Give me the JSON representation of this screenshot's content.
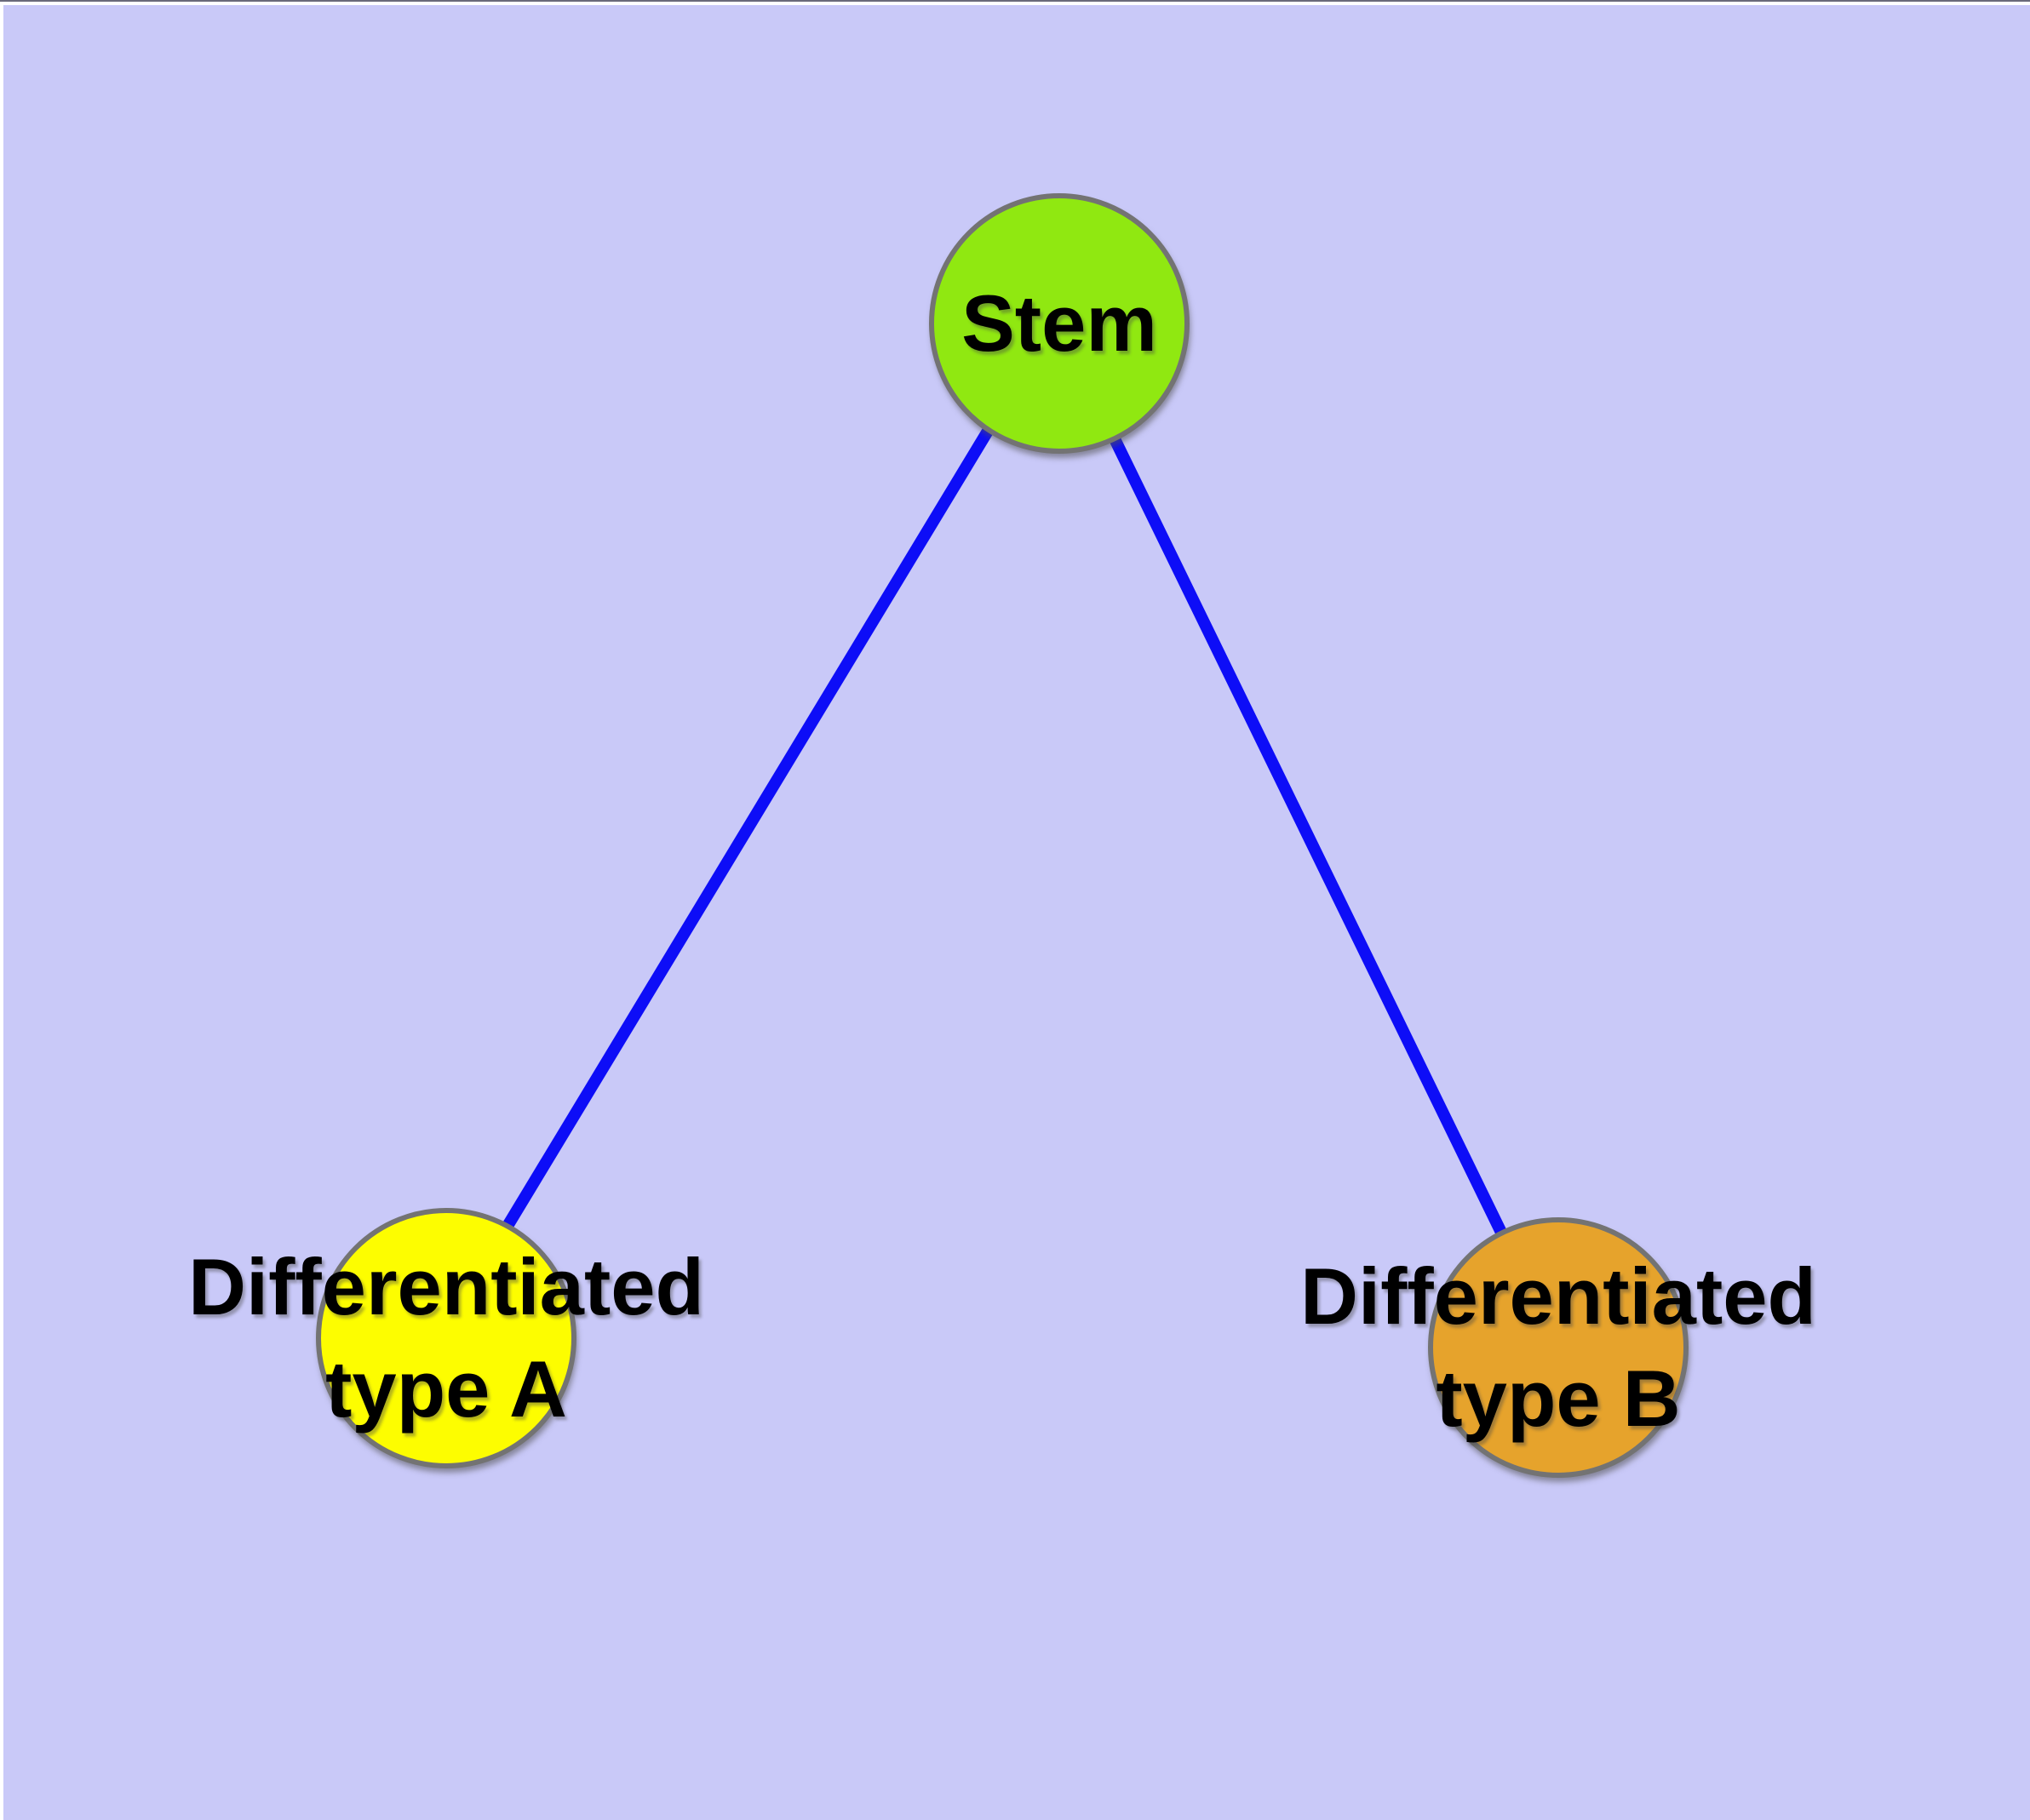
{
  "canvas": {
    "background_color": "#c9c9f8",
    "edge_color": "#0d0df7",
    "node_border_color": "#737373"
  },
  "nodes": [
    {
      "id": "stem",
      "label": "Stem",
      "fill": "#90e811"
    },
    {
      "id": "type-a",
      "label": "Differentiated\ntype A",
      "fill": "#fdfd00"
    },
    {
      "id": "type-b",
      "label": "Differentiated\ntype B",
      "fill": "#e6a32c"
    }
  ],
  "edges": [
    {
      "from": "stem",
      "to": "type-a"
    },
    {
      "from": "stem",
      "to": "type-b"
    }
  ]
}
